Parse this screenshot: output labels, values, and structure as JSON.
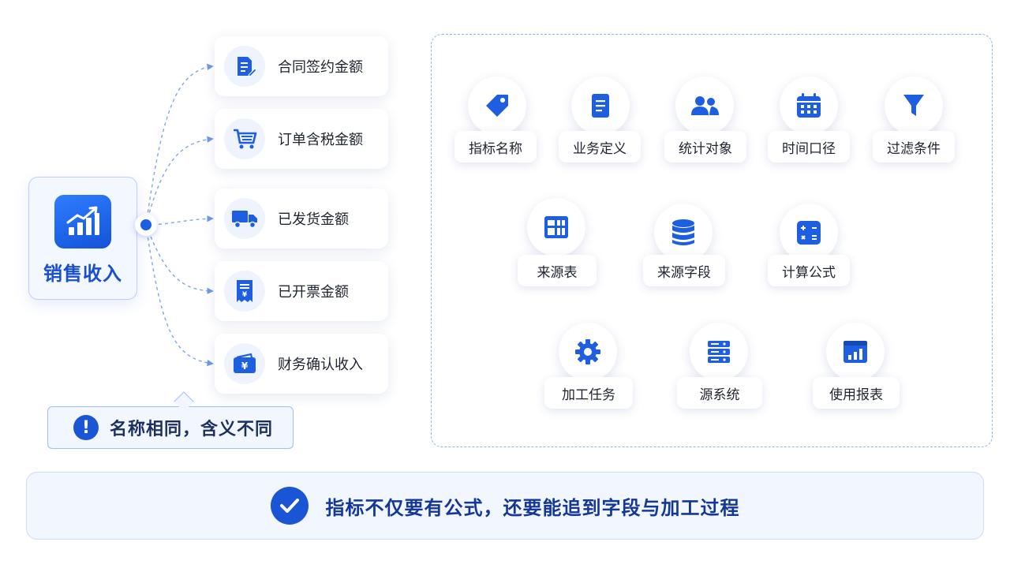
{
  "main_metric": {
    "title": "销售收入",
    "icon": "bar-chart-trend-icon"
  },
  "variants": [
    {
      "label": "合同签约金额",
      "icon": "contract-document-icon"
    },
    {
      "label": "订单含税金额",
      "icon": "shopping-cart-icon"
    },
    {
      "label": "已发货金额",
      "icon": "delivery-truck-icon"
    },
    {
      "label": "已开票金额",
      "icon": "invoice-receipt-icon"
    },
    {
      "label": "财务确认收入",
      "icon": "wallet-yuan-icon"
    }
  ],
  "warning": {
    "text": "名称相同，含义不同",
    "icon": "exclamation-icon"
  },
  "process_steps": [
    {
      "label": "指标名称",
      "icon": "tag-icon"
    },
    {
      "label": "业务定义",
      "icon": "document-icon"
    },
    {
      "label": "统计对象",
      "icon": "users-icon"
    },
    {
      "label": "时间口径",
      "icon": "calendar-icon"
    },
    {
      "label": "过滤条件",
      "icon": "filter-funnel-icon"
    },
    {
      "label": "计算公式",
      "icon": "calculator-icon"
    },
    {
      "label": "来源字段",
      "icon": "database-icon"
    },
    {
      "label": "来源表",
      "icon": "table-grid-icon"
    },
    {
      "label": "加工任务",
      "icon": "gear-icon"
    },
    {
      "label": "源系统",
      "icon": "server-icon"
    },
    {
      "label": "使用报表",
      "icon": "report-chart-icon"
    }
  ],
  "conclusion": {
    "text": "指标不仅要有公式，还要能追到字段与加工过程",
    "icon": "check-circle-icon"
  },
  "colors": {
    "primary": "#1e5ee0",
    "primary_dark": "#14379a",
    "border_light": "#bcd0f6",
    "dashed_border": "#8db3ec"
  }
}
